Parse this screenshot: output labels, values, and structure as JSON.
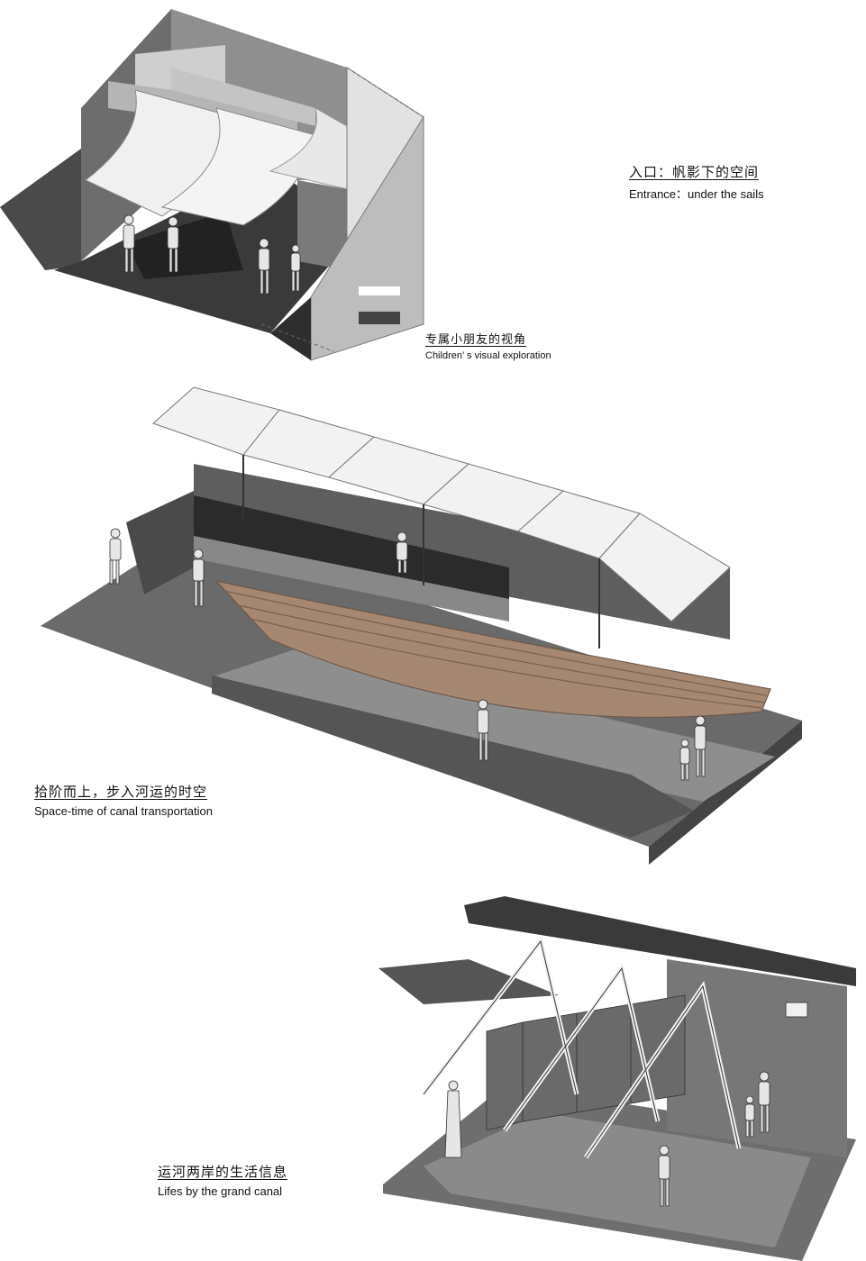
{
  "captions": {
    "entrance": {
      "zh": "入口：帆影下的空间",
      "en": "Entrance：under the sails"
    },
    "children": {
      "zh": "专属小朋友的视角",
      "en": "Children’ s visual exploration"
    },
    "canal_transport": {
      "zh": "拾阶而上，步入河运的时空",
      "en": "Space-time of canal transportation"
    },
    "canal_life": {
      "zh": "运河两岸的生活信息",
      "en": "Lifes by the grand canal"
    }
  },
  "colors": {
    "wall_light": "#d9d9d9",
    "wall_mid": "#a9a9a9",
    "wall_dark": "#5a5a5a",
    "floor_dark": "#3c3c3c",
    "sail_white": "#f2f2f2",
    "wood_hull": "#a58772",
    "ground": "#8c8c8c"
  },
  "icons": [
    "person-figure-icon",
    "sail-canopy-icon",
    "boat-hull-icon",
    "truss-frame-icon"
  ]
}
